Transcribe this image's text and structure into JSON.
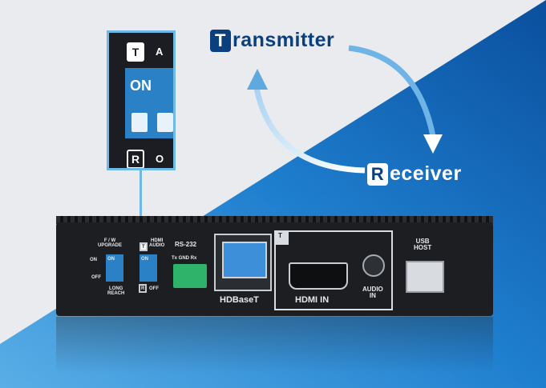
{
  "callouts": {
    "transmitter": {
      "badge": "T",
      "text": "ransmitter"
    },
    "receiver": {
      "badge": "R",
      "text": "eceiver"
    }
  },
  "zoom_inset": {
    "top_badge": "T",
    "top_letter": "A",
    "switch_text": "ON",
    "bottom_badge": "R",
    "bottom_letter": "O"
  },
  "device": {
    "fw_upgrade_label": "F / W\nUPGRADE",
    "fw_on": "ON",
    "fw_off": "OFF",
    "fw_switch": "ON",
    "long_reach": "LONG\nREACH",
    "hdmi_audio_label": "HDMI\nAUDIO",
    "audio_switch": "ON",
    "audio_off": "OFF",
    "t_badge": "T",
    "r_badge": "R",
    "rs232": "RS-232",
    "rs232_pins": "Tx GND Rx",
    "hdbaset": "HDBaseT",
    "hdmi_in": "HDMI IN",
    "audio_in": "AUDIO\nIN",
    "usb_host": "USB\nHOST",
    "section_badge": "T"
  },
  "colors": {
    "brand_blue": "#0b3f7d",
    "sky_blue": "#2f8fd6",
    "deep_blue": "#0a4f9e",
    "switch_blue": "#2b81c6",
    "terminal_green": "#2fb36a"
  }
}
